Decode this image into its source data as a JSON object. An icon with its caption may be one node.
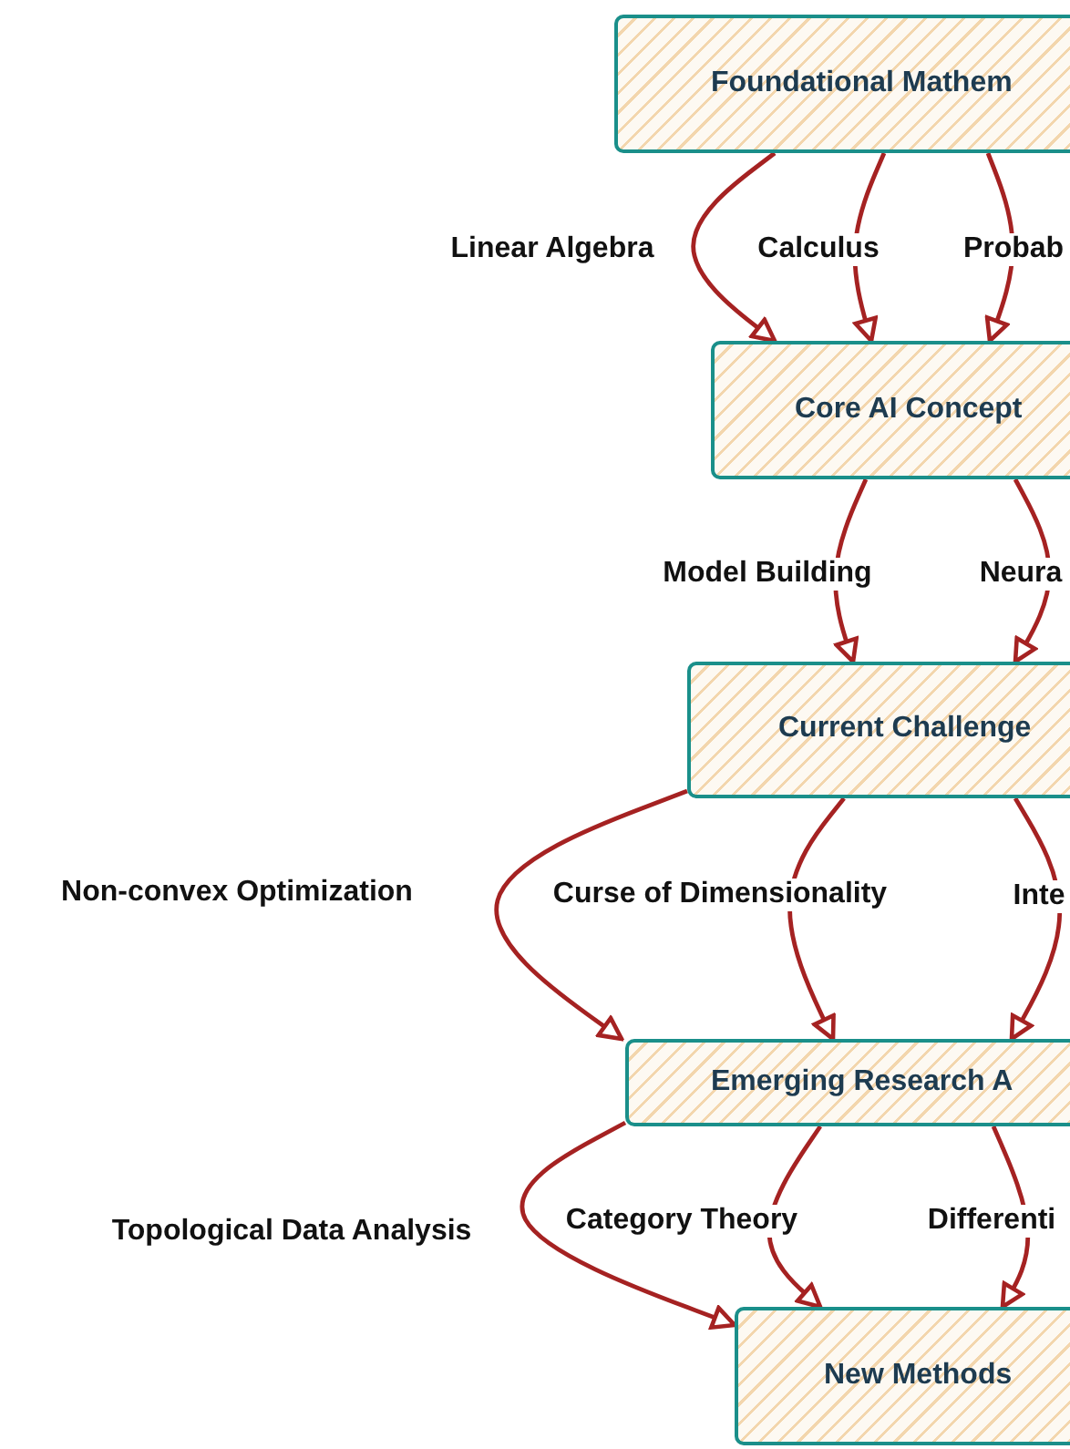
{
  "diagram": {
    "nodes": [
      {
        "text": [
          "Foundational Mathem"
        ]
      },
      {
        "text": [
          "Core AI Concept"
        ]
      },
      {
        "text": [
          "Current Challenge"
        ]
      },
      {
        "text": [
          "Emerging Research A"
        ]
      },
      {
        "text": [
          "New Methods"
        ]
      }
    ],
    "edges": [
      {
        "from": 0,
        "to": 1,
        "arrow": "to",
        "label": "Linear Algebra"
      },
      {
        "from": 0,
        "to": 1,
        "arrow": "to",
        "label": "Calculus"
      },
      {
        "from": 0,
        "to": 1,
        "arrow": "to",
        "label": "Probab"
      },
      {
        "from": 1,
        "to": 2,
        "arrow": "to",
        "label": "Model Building"
      },
      {
        "from": 1,
        "to": 2,
        "arrow": "to",
        "label": "Neura"
      },
      {
        "from": 2,
        "to": 3,
        "arrow": "to",
        "label": "Non-convex Optimization"
      },
      {
        "from": 2,
        "to": 3,
        "arrow": "to",
        "label": "Curse of Dimensionality"
      },
      {
        "from": 2,
        "to": 3,
        "arrow": "to",
        "label": "Inte"
      },
      {
        "from": 3,
        "to": 4,
        "arrow": "to",
        "label": "Topological Data Analysis"
      },
      {
        "from": 3,
        "to": 4,
        "arrow": "to",
        "label": "Category Theory"
      },
      {
        "from": 3,
        "to": 4,
        "arrow": "to",
        "label": "Differenti"
      }
    ]
  }
}
